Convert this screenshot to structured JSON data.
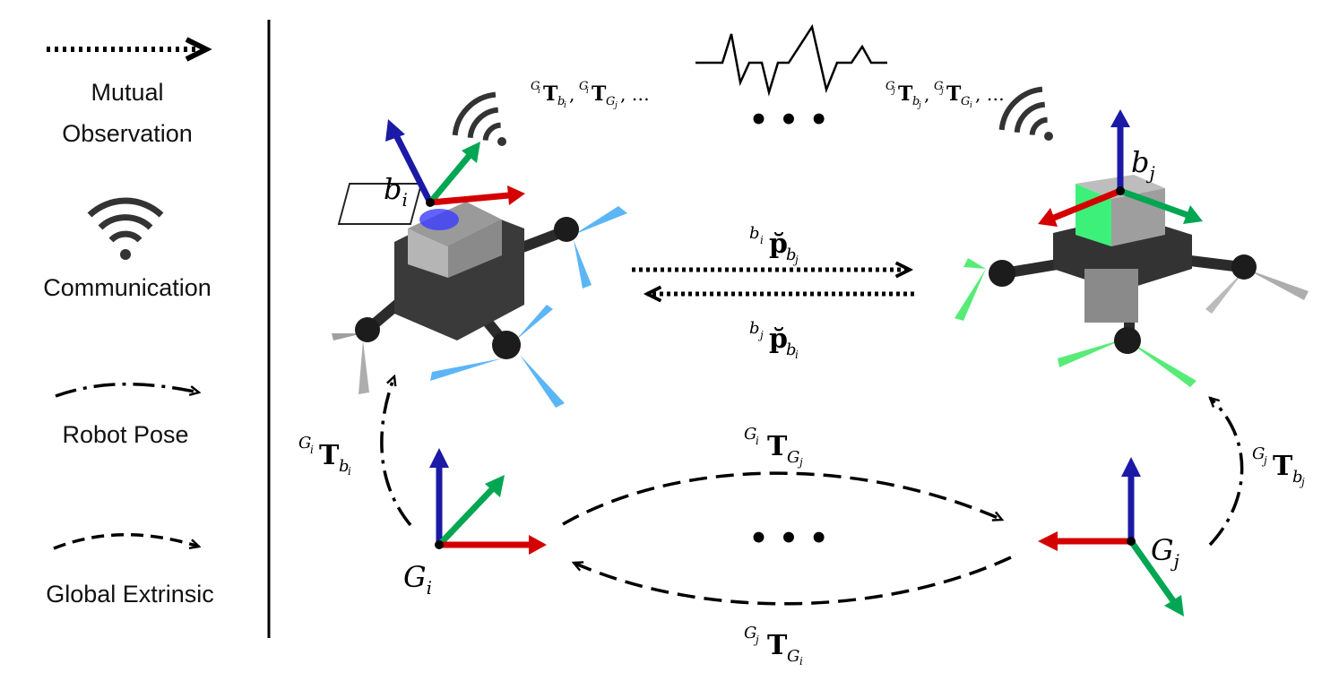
{
  "legend": {
    "mutual_observation": "Mutual\nObservation",
    "communication": "Communication",
    "robot_pose": "Robot Pose",
    "global_extrinsic": "Global Extrinsic"
  },
  "frames": {
    "b_i": {
      "base": "b",
      "sub": "i"
    },
    "b_j": {
      "base": "b",
      "sub": "j"
    },
    "G_i": {
      "base": "G",
      "sub": "i"
    },
    "G_j": {
      "base": "G",
      "sub": "j"
    }
  },
  "labels": {
    "comm_i": {
      "pre1": "G",
      "pre1sub": "i",
      "T1": "T",
      "sub1": "b",
      "sub1sub": "i",
      "pre2": "G",
      "pre2sub": "i",
      "T2": "T",
      "sub2": "G",
      "sub2sub": "j",
      "tail": ", …"
    },
    "comm_j": {
      "pre1": "G",
      "pre1sub": "j",
      "T1": "T",
      "sub1": "b",
      "sub1sub": "j",
      "pre2": "G",
      "pre2sub": "j",
      "T2": "T",
      "sub2": "G",
      "sub2sub": "i",
      "tail": ", …"
    },
    "obs_ij": {
      "pre": "b",
      "presub": "i",
      "sym": "p̆",
      "sub": "b",
      "subsub": "j"
    },
    "obs_ji": {
      "pre": "b",
      "presub": "j",
      "sym": "p̆",
      "sub": "b",
      "subsub": "i"
    },
    "pose_i": {
      "pre": "G",
      "presub": "i",
      "sym": "T",
      "sub": "b",
      "subsub": "i"
    },
    "pose_j": {
      "pre": "G",
      "presub": "j",
      "sym": "T",
      "sub": "b",
      "subsub": "j"
    },
    "ext_ij": {
      "pre": "G",
      "presub": "i",
      "sym": "T",
      "sub": "G",
      "subsub": "j"
    },
    "ext_ji": {
      "pre": "G",
      "presub": "j",
      "sym": "T",
      "sub": "G",
      "subsub": "i"
    },
    "ellipsis": "• • •"
  },
  "colors": {
    "x_axis": "#d40000",
    "y_axis": "#00a651",
    "z_axis": "#1a1aa6",
    "drone_i_accent": "#3fa9f5",
    "drone_j_accent": "#39e75f"
  },
  "icons": {
    "wifi": "wifi-icon",
    "signal": "signal-waveform-icon"
  }
}
